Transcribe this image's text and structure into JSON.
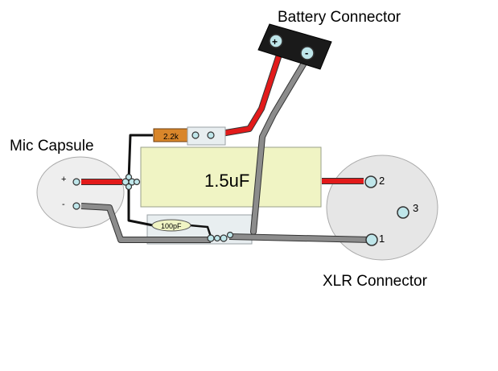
{
  "labels": {
    "battery_connector": "Battery Connector",
    "mic_capsule": "Mic Capsule",
    "xlr_connector": "XLR Connector"
  },
  "battery": {
    "plus": "+",
    "minus": "-"
  },
  "capsule": {
    "plus": "+",
    "minus": "-"
  },
  "components": {
    "capacitor_large": "1.5uF",
    "capacitor_small": "100pF",
    "resistor": "2.2k"
  },
  "xlr_pins": {
    "pin1": "1",
    "pin2": "2",
    "pin3": "3"
  },
  "colors": {
    "positive_wire": "#e21a1a",
    "negative_wire": "#8c8c8c",
    "signal_wire": "#111111",
    "capacitor_body": "#f0f4c4",
    "resistor_body": "#d9862a",
    "pcb_body": "#e8eef0",
    "terminal": "#bfe6ea"
  }
}
